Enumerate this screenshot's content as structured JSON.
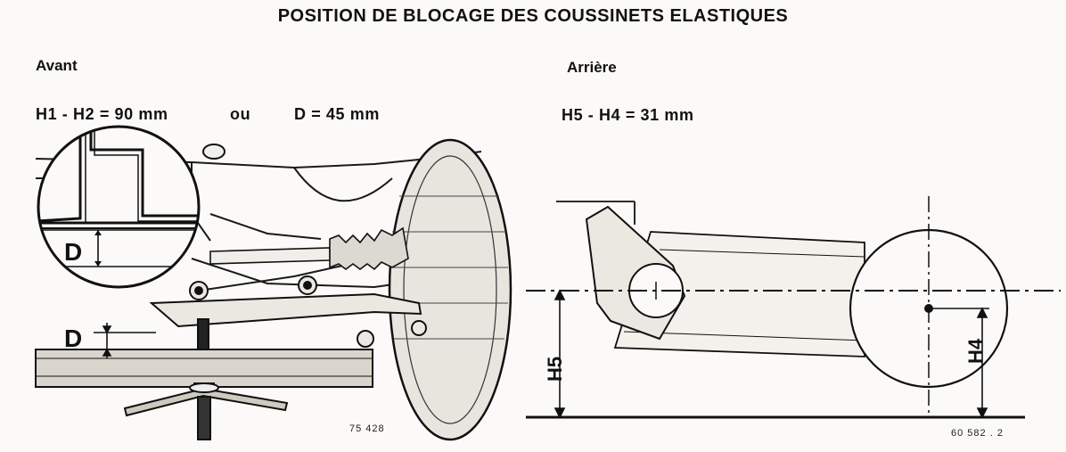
{
  "title": "POSITION DE BLOCAGE DES COUSSINETS ELASTIQUES",
  "front": {
    "heading": "Avant",
    "formula_h": "H1 - H2 = 90 mm",
    "or_word": "ou",
    "formula_d": "D = 45 mm",
    "label_d_detail": "D",
    "label_d_main": "D",
    "ref": "75 428"
  },
  "rear": {
    "heading": "Arrière",
    "formula": "H5 - H4 = 31 mm",
    "label_h5": "H5",
    "label_h4": "H4",
    "ref": "60 582 . 2"
  }
}
